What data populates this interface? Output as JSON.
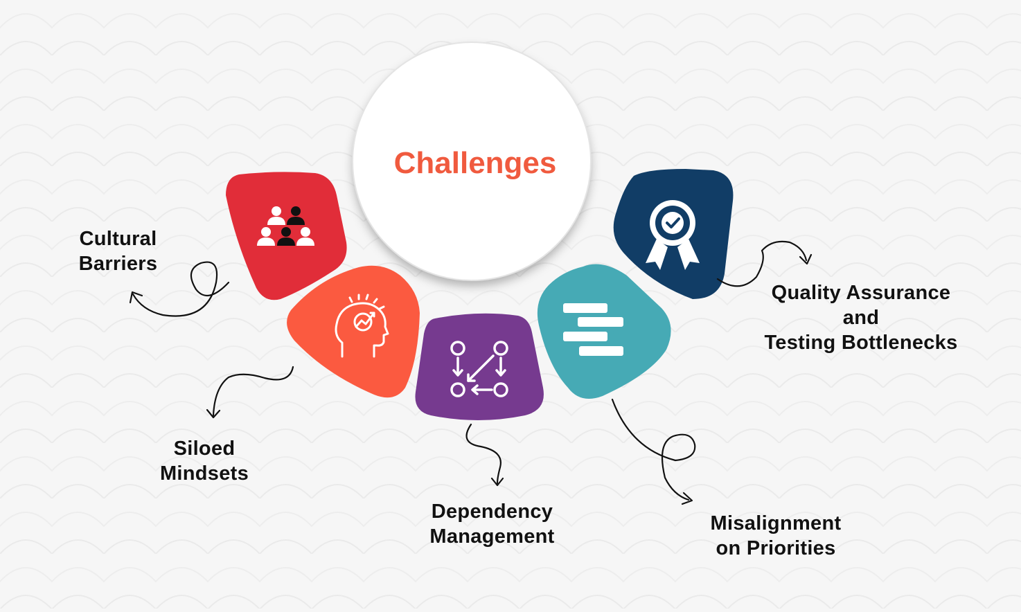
{
  "title": "Challenges",
  "colors": {
    "background": "#f6f6f6",
    "title": "#f05a3e",
    "cultural": "#e12d39",
    "siloed": "#fb5a40",
    "dependency": "#763a8f",
    "misalignment": "#46aab5",
    "quality": "#113d66",
    "text": "#111111"
  },
  "items": {
    "cultural": {
      "line1": "Cultural",
      "line2": "Barriers",
      "icon": "team-people-icon"
    },
    "siloed": {
      "line1": "Siloed",
      "line2": "Mindsets",
      "icon": "head-brain-growth-icon"
    },
    "dependency": {
      "line1": "Dependency",
      "line2": "Management",
      "icon": "node-flow-arrows-icon"
    },
    "misalignment": {
      "line1": "Misalignment",
      "line2": "on Priorities",
      "icon": "priority-stack-icon"
    },
    "quality": {
      "line1": "Quality Assurance",
      "line2": "and",
      "line3": "Testing Bottlenecks",
      "icon": "quality-badge-icon"
    }
  }
}
